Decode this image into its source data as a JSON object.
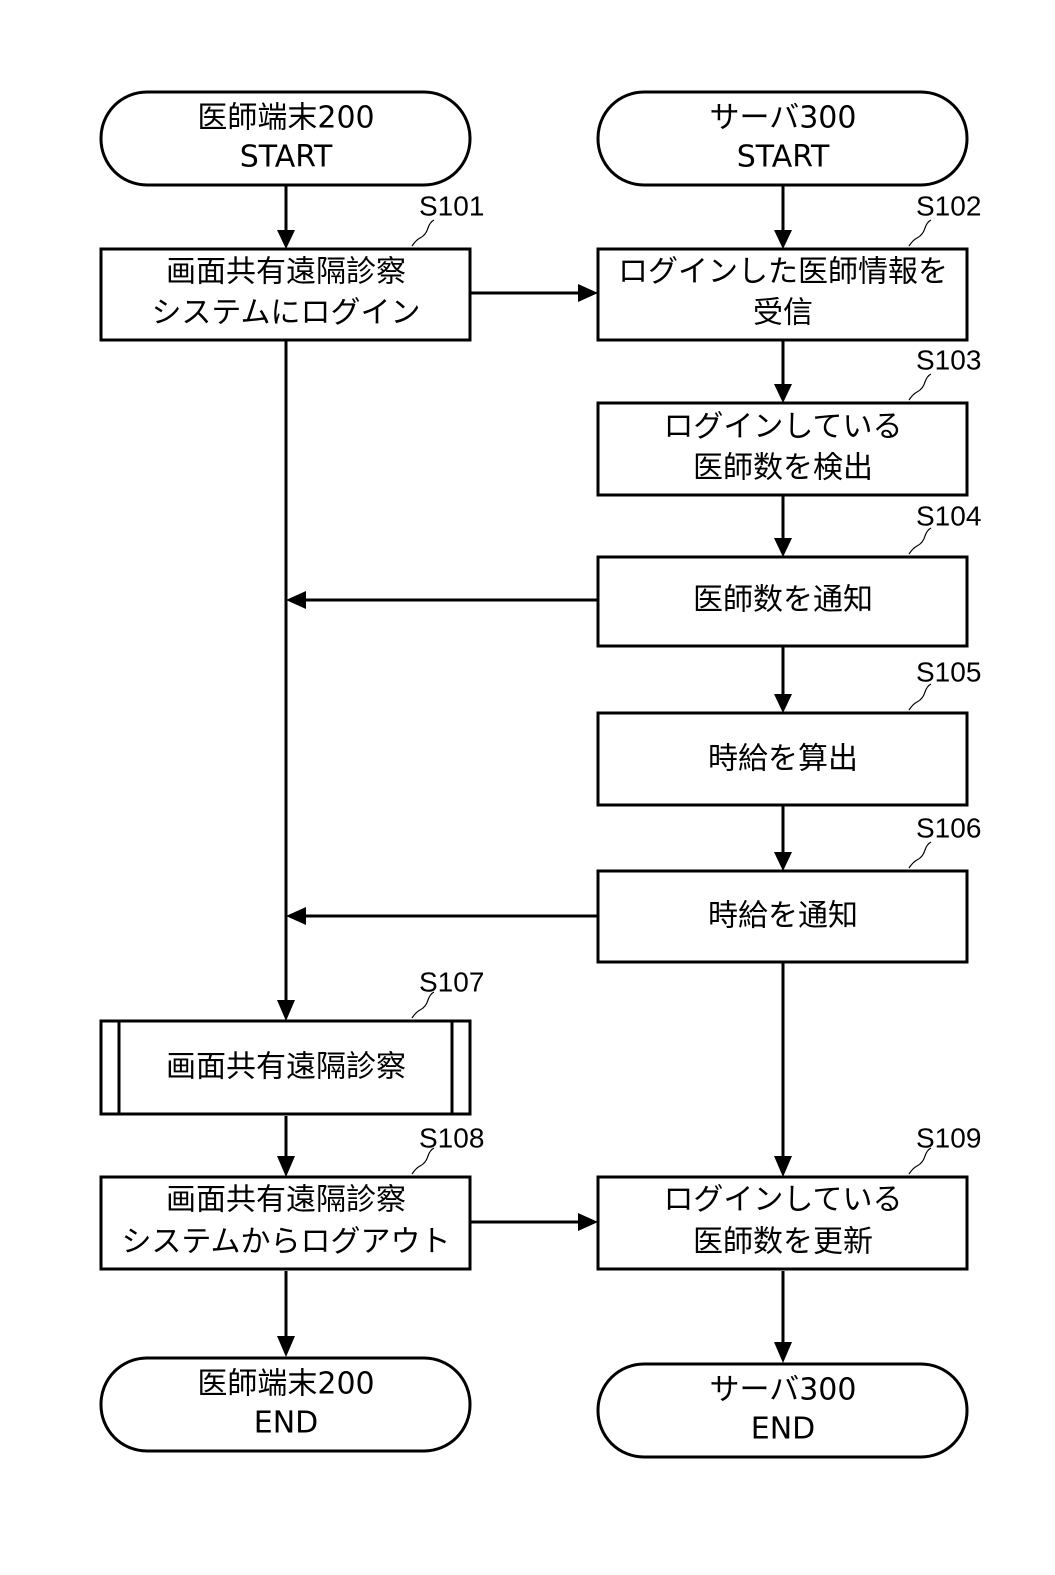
{
  "colors": {
    "stroke": "#000000",
    "background": "#ffffff"
  },
  "terminals": {
    "doctor_start": {
      "line1": "医師端末200",
      "line2": "START"
    },
    "server_start": {
      "line1": "サーバ300",
      "line2": "START"
    },
    "doctor_end": {
      "line1": "医師端末200",
      "line2": "END"
    },
    "server_end": {
      "line1": "サーバ300",
      "line2": "END"
    }
  },
  "steps": {
    "s101": {
      "label": "S101",
      "line1": "画面共有遠隔診察",
      "line2": "システムにログイン"
    },
    "s102": {
      "label": "S102",
      "line1": "ログインした医師情報を",
      "line2": "受信"
    },
    "s103": {
      "label": "S103",
      "line1": "ログインしている",
      "line2": "医師数を検出"
    },
    "s104": {
      "label": "S104",
      "line1": "医師数を通知"
    },
    "s105": {
      "label": "S105",
      "line1": "時給を算出"
    },
    "s106": {
      "label": "S106",
      "line1": "時給を通知"
    },
    "s107": {
      "label": "S107",
      "line1": "画面共有遠隔診察",
      "type": "predefined-process"
    },
    "s108": {
      "label": "S108",
      "line1": "画面共有遠隔診察",
      "line2": "システムからログアウト"
    },
    "s109": {
      "label": "S109",
      "line1": "ログインしている",
      "line2": "医師数を更新"
    }
  }
}
